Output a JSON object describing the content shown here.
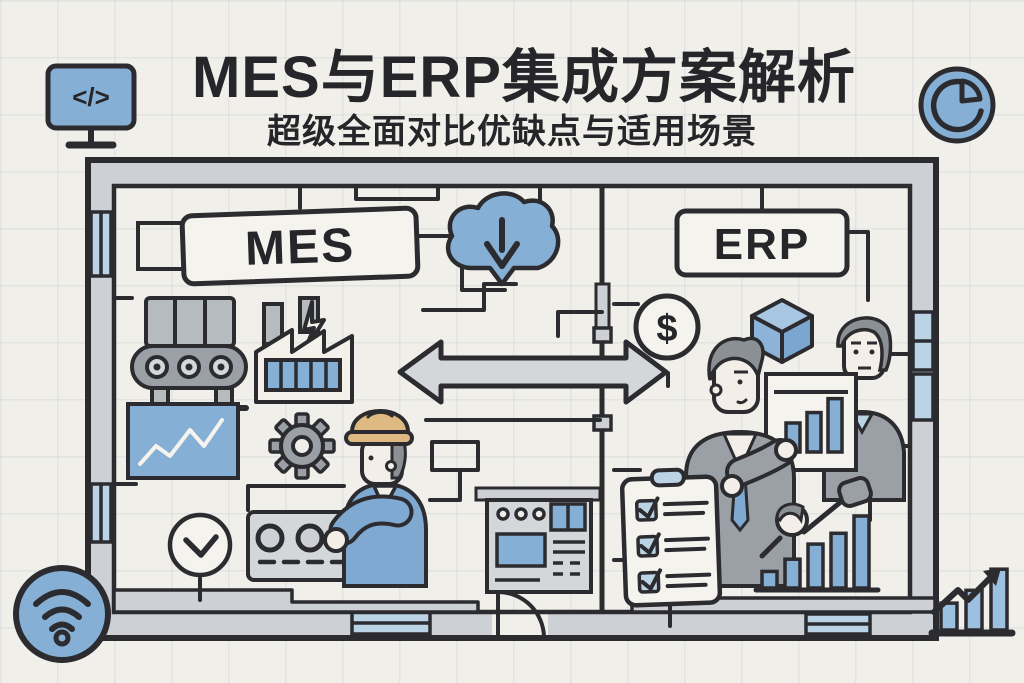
{
  "page": {
    "title": "MES与ERP集成方案解析",
    "subtitle": "超级全面对比优缺点与适用场景"
  },
  "rooms": {
    "left_label": "MES",
    "right_label": "ERP"
  },
  "glyphs": {
    "code": "</>",
    "dollar": "$"
  },
  "corner_icons": [
    {
      "name": "code-monitor-icon",
      "position": "top-left"
    },
    {
      "name": "pie-chart-icon",
      "position": "top-right"
    },
    {
      "name": "wifi-icon",
      "position": "bottom-left"
    },
    {
      "name": "growth-chart-icon",
      "position": "bottom-right"
    }
  ],
  "illustration": {
    "style": "floor-plan maze infographic",
    "center_icons": [
      "cloud-download",
      "bidirectional-arrow"
    ],
    "left_room_icons": [
      "conveyor-belt",
      "factory",
      "line-chart-panel",
      "gear",
      "worker-hard-hat",
      "control-panel",
      "check-circle",
      "equipment-panel",
      "door"
    ],
    "right_room_icons": [
      "dollar-circle",
      "cube-3d",
      "businessman-presenter",
      "businessman",
      "presentation-bar-chart",
      "checklist-clipboard",
      "rising-bar-chart",
      "head-and-arrow"
    ]
  },
  "checklist": {
    "rows": 3,
    "all_checked": true
  },
  "mini_charts": {
    "presentation_bars": [
      50,
      68,
      92
    ],
    "rising_bars": [
      23,
      40,
      61,
      76,
      100
    ],
    "corner_bars": [
      42,
      62,
      95
    ]
  },
  "colors": {
    "background": "#f1efe9",
    "outline": "#2b2b30",
    "wall_gray": "#cdd1d6",
    "panel_gray": "#d4d7da",
    "accent_blue": "#85afd4",
    "light_blue": "#bad4e6",
    "suit_gray": "#9aa0a6",
    "hair_gray": "#8b9095",
    "hat_tan": "#deba82",
    "paper_white": "#f5f3ee"
  }
}
